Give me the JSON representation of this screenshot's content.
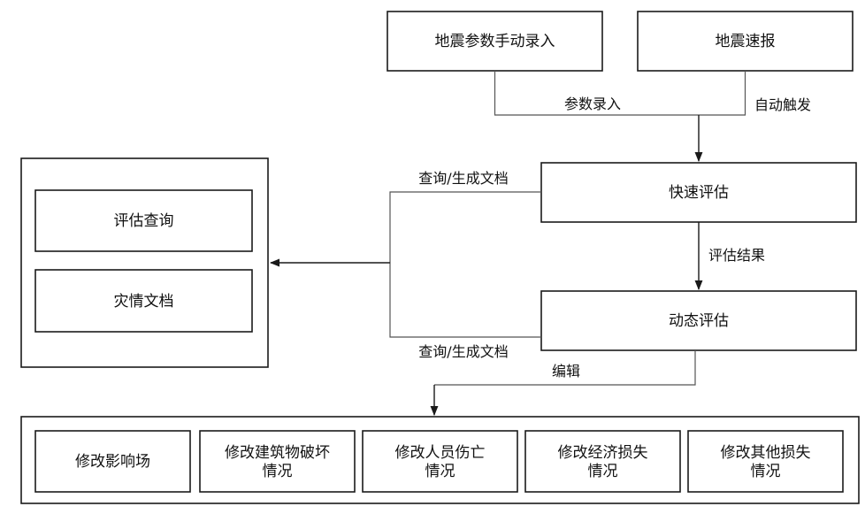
{
  "nodes": {
    "manual_input": "地震参数手动录入",
    "quick_report": "地震速报",
    "quick_eval": "快速评估",
    "dynamic_eval": "动态评估",
    "eval_query": "评估查询",
    "disaster_doc": "灾情文档",
    "modify_field": "修改影响场",
    "modify_building": [
      "修改建筑物破坏",
      "情况"
    ],
    "modify_casualty": [
      "修改人员伤亡",
      "情况"
    ],
    "modify_economic": [
      "修改经济损失",
      "情况"
    ],
    "modify_other": [
      "修改其他损失",
      "情况"
    ]
  },
  "edges": {
    "param_input": "参数录入",
    "auto_trigger": "自动触发",
    "query_doc_top": "查询/生成文档",
    "eval_result": "评估结果",
    "query_doc_bottom": "查询/生成文档",
    "edit": "编辑"
  },
  "colors": {
    "stroke": "#1a1a1a",
    "connector": "#555555",
    "background": "#ffffff"
  }
}
